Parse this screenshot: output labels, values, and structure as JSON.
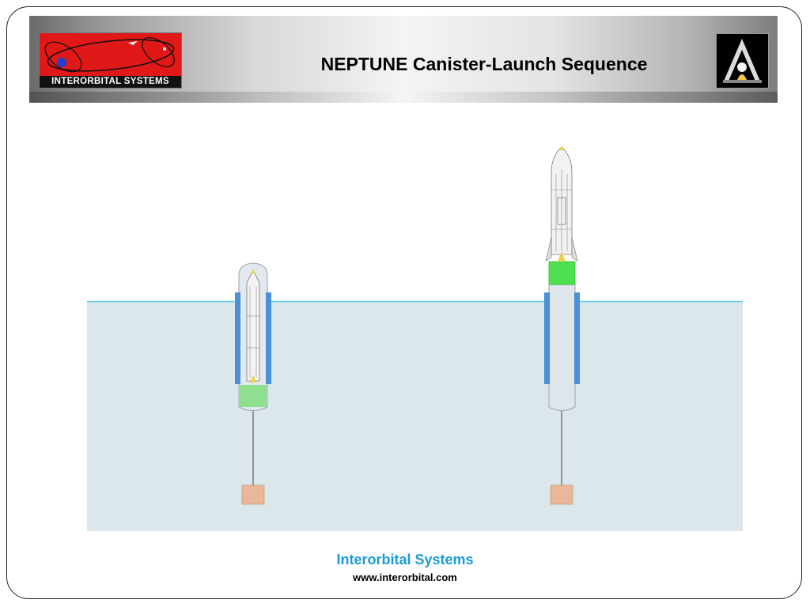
{
  "header": {
    "title": "NEPTUNE Canister-Launch Sequence",
    "logo_text": "INTERORBITAL SYSTEMS",
    "logo_color": "#e01818"
  },
  "diagram": {
    "water_color": "#dbe7ea",
    "waterline_color": "#5ec8e8",
    "sleeve_color": "#4a90d9",
    "float_color": "#4fe04f",
    "anchor_color": "#e9b79a"
  },
  "footer": {
    "company": "Interorbital Systems",
    "url": "www.interorbital.com",
    "company_color": "#1a9bd7"
  }
}
